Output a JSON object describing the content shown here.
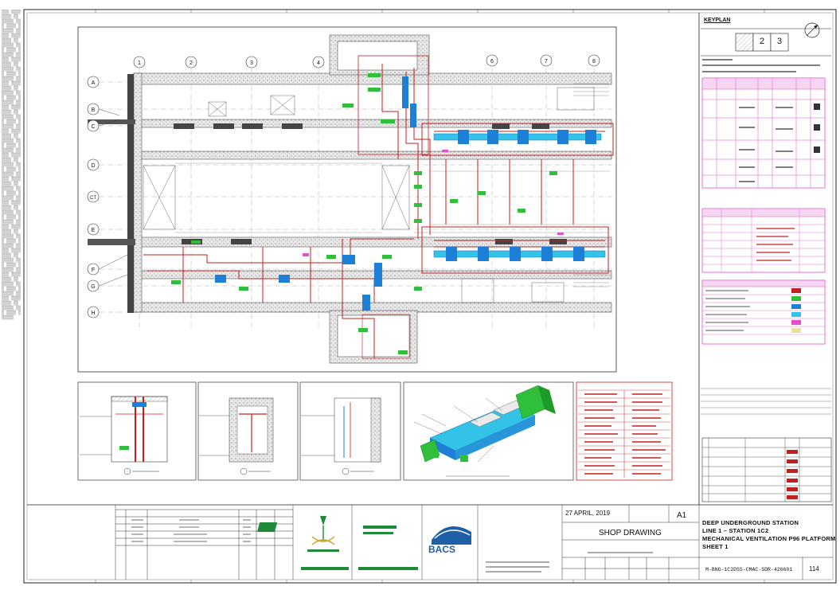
{
  "keyplan": {
    "title": "KEYPLAN",
    "cells": [
      "2",
      "3"
    ]
  },
  "grid": {
    "columns": [
      "1",
      "2",
      "3",
      "4",
      "6",
      "7",
      "8"
    ],
    "rows": [
      "A",
      "B",
      "C",
      "D",
      "CT",
      "E",
      "F",
      "G",
      "H"
    ]
  },
  "title_block": {
    "date": "27 APRIL, 2019",
    "size": "A1",
    "status": "SHOP DRAWING",
    "title_lines": [
      "DEEP UNDERGROUND STATION",
      "LINE 1 – STATION 1C2",
      "MECHANICAL VENTILATION P96 PLATFORM",
      "SHEET 1"
    ],
    "drawing_number": "M-BNG-1C2DSS-CMAC-SDR-426601",
    "revision": "114",
    "contractor_logo": "BACS"
  },
  "colors": {
    "duct_red": "#c0211f",
    "duct_blue": "#1e7fd6",
    "duct_cyan": "#34c3e8",
    "equipment_green": "#2fbf3a",
    "legend_magenta": "#e34fd0",
    "frame": "#222222"
  },
  "icons": [
    "north-arrow-icon",
    "saudi-emblem-icon",
    "city-logo-icon",
    "bacs-logo-icon"
  ]
}
